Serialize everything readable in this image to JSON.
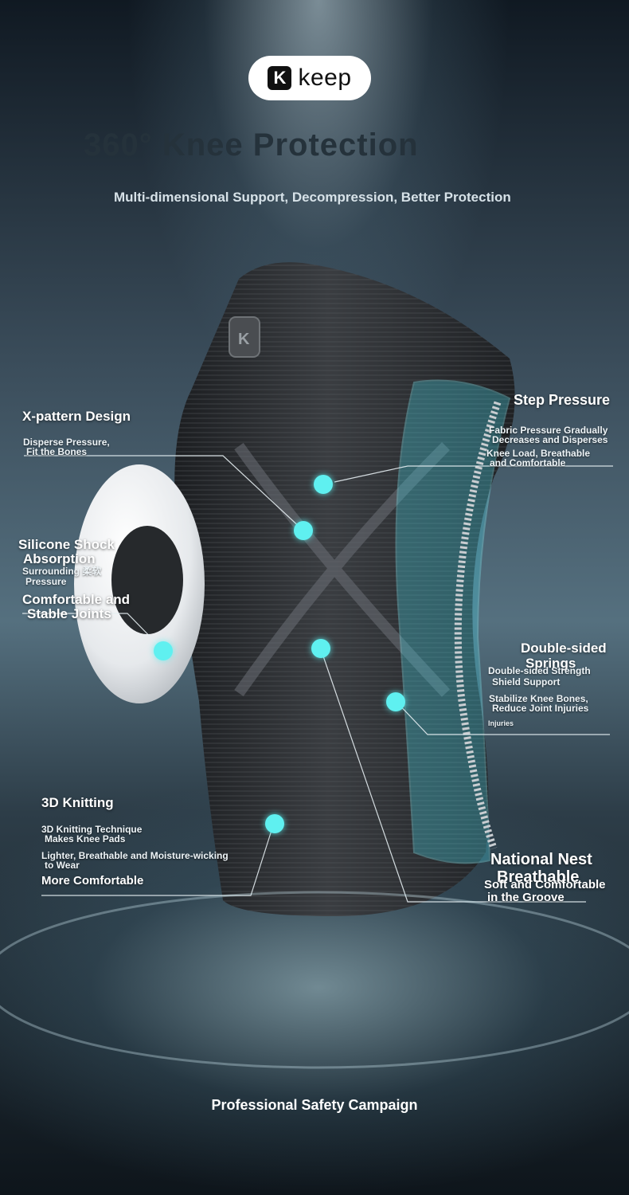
{
  "brand": {
    "logo_mark": "K",
    "logo_text": "keep"
  },
  "hero": {
    "title": "360° Knee Protection",
    "subtitle": "Multi-dimensional Support, Decompression, Better Protection"
  },
  "features": {
    "x_pattern": {
      "title": "X-pattern Design",
      "line1": "Disperse Pressure,",
      "line2": "Fit the Bones"
    },
    "silicone": {
      "title1": "Silicone Shock",
      "title2": "Absorption",
      "line1": "Surrounding 柔软",
      "line2": "Pressure",
      "line3": "Comfortable and",
      "line4": "Stable Joints"
    },
    "step_pressure": {
      "title": "Step Pressure",
      "line1": "Fabric Pressure Gradually",
      "line2": "Decreases and Disperses",
      "line3": "Knee Load, Breathable",
      "line4": "and Comfortable"
    },
    "double_springs": {
      "title1": "Double-sided",
      "title2": "Springs",
      "line1": "Double-sided Strength",
      "line2": "Shield Support",
      "line3": "Stabilize Knee Bones,",
      "line4": "Reduce Joint Injuries",
      "line5": "Injuries"
    },
    "knitting": {
      "title": "3D Knitting",
      "line1": "3D Knitting Technique",
      "line2": "Makes Knee Pads",
      "line3": "Lighter, Breathable and Moisture-wicking",
      "line4": "to Wear",
      "line5": "More Comfortable"
    },
    "national_nest": {
      "title1": "National Nest",
      "title2": "Breathable",
      "line1": "Soft and Comfortable",
      "line2": "in the Groove"
    }
  },
  "footer": {
    "campaign": "Professional Safety Campaign"
  },
  "colors": {
    "accent_dot": "#5ff0f0",
    "title_dark": "#25323b",
    "brace_dark": "#2b2d30",
    "cyan_overlay": "#47c8d8"
  },
  "icons": [
    "k-logo-icon",
    "silicone-ring-icon",
    "spring-icon"
  ]
}
